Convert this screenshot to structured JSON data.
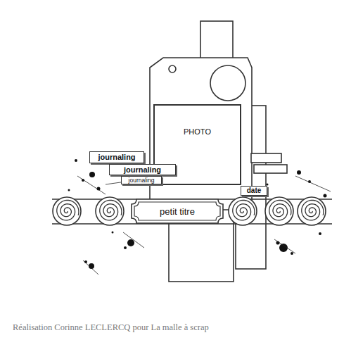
{
  "diagram": {
    "caption": "Réalisation Corinne LECLERCQ pour La malle à scrap",
    "nodes": [
      {
        "text": [
          "PHOTO"
        ]
      },
      {
        "text": [
          "journaling"
        ]
      },
      {
        "text": [
          "journaling"
        ]
      },
      {
        "text": [
          "journaling"
        ]
      },
      {
        "text": [
          "date"
        ]
      },
      {
        "text": [
          "petit titre"
        ]
      }
    ]
  }
}
